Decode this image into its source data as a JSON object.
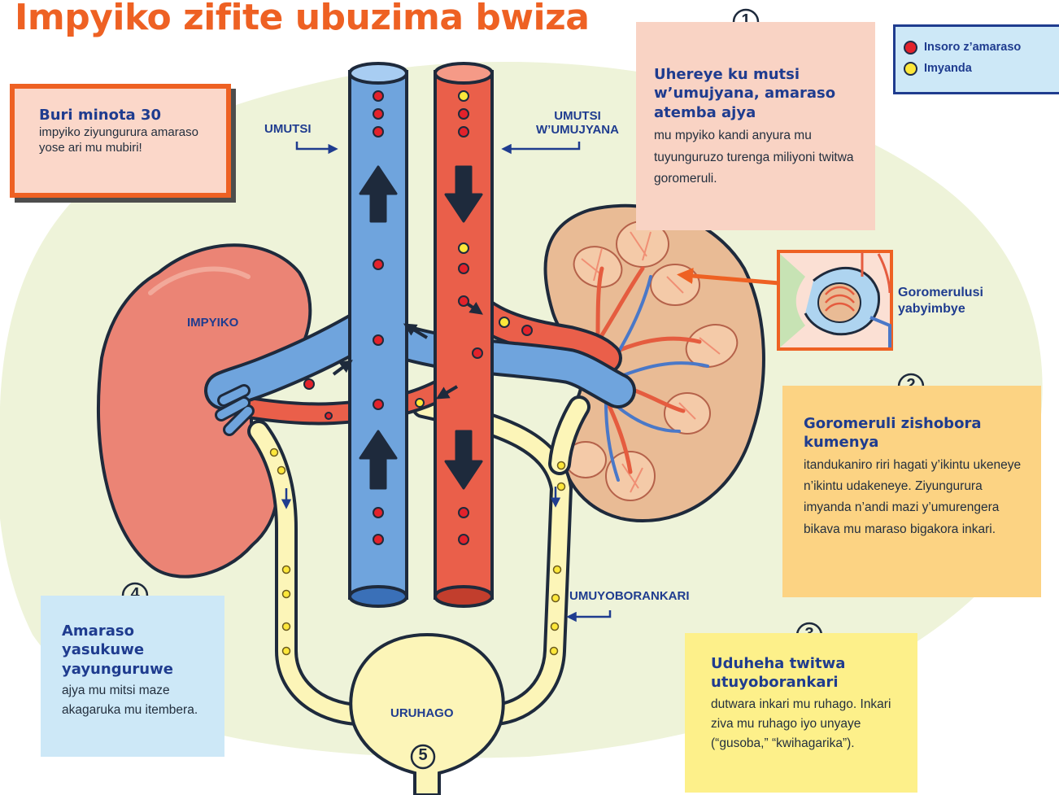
{
  "title": "Impyiko zifite ubuzima bwiza",
  "legend": {
    "items": [
      {
        "label": "Insoro z’amaraso",
        "color": "#e3222b"
      },
      {
        "label": "Imyanda",
        "color": "#fde73a"
      }
    ]
  },
  "labels": {
    "umutsi": "UMUTSI",
    "umutsi_umujyana_1": "UMUTSI",
    "umutsi_umujyana_2": "W’UMUJYANA",
    "impyiko": "IMPYIKO",
    "umuyoborankari": "UMUYOBORANKARI",
    "uruhago": "URUHAGO",
    "glomerulus_1": "Goromerulusi",
    "glomerulus_2": "yabyimbye"
  },
  "callout_minutes": {
    "heading": "Buri minota 30",
    "text": "impyiko ziyungurura amaraso yose ari mu mubiri!"
  },
  "steps": [
    {
      "number": "1",
      "heading": "Uhereye ku mutsi w’umujyana, amaraso atemba ajya",
      "text": "mu mpyiko kandi anyura mu tuyunguruzo turenga miliyoni twitwa goromeruli."
    },
    {
      "number": "2",
      "heading": "Goromeruli zishobora kumenya",
      "text": "itandukaniro riri hagati y’ikintu ukeneye n’ikintu udakeneye. Ziyungurura imyanda n’andi mazi y’umurengera bikava mu maraso bigakora inkari."
    },
    {
      "number": "3",
      "heading": "Uduheha twitwa utuyoborankari",
      "text": "dutwara inkari mu ruhago. Inkari ziva mu ruhago iyo unyaye (“gusoba,” “kwihagarika”)."
    },
    {
      "number": "4",
      "heading": "Amaraso yasukuwe yayunguruwe",
      "text": "ajya mu mitsi maze akagaruka mu itembera."
    },
    {
      "number": "5"
    }
  ],
  "colors": {
    "title": "#ee6123",
    "vein": "#6fa4dd",
    "artery": "#ea5f4a",
    "kidney_left": "#eb8475",
    "kidney_right": "#e9bb95",
    "ureter": "#fcf5b8",
    "background_blob": "#eef3d9",
    "label_text": "#1f3c8f"
  }
}
